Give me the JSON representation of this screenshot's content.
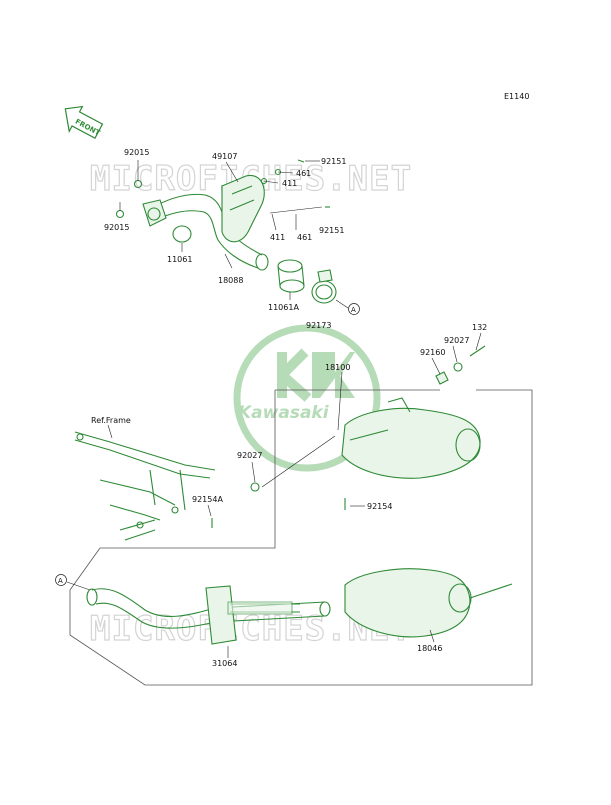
{
  "diagram": {
    "code": "E1140",
    "front_label": "FRONT",
    "watermark_text": "MICROFICHES.NET",
    "logo_text": "Kawasaki",
    "ref_frame_label": "Ref.Frame",
    "circle_marker": "A",
    "colors": {
      "line": "#2e8a36",
      "watermark": "#d4d4d4",
      "logo": "#7bbf7e"
    },
    "callouts": {
      "c92015a": "92015",
      "c92015b": "92015",
      "c49107": "49107",
      "c92151a": "92151",
      "c461a": "461",
      "c411a": "411",
      "c411b": "411",
      "c461b": "461",
      "c92151b": "92151",
      "c11061": "11061",
      "c18088": "18088",
      "c11061A": "11061A",
      "c92173": "92173",
      "c18100": "18100",
      "c132": "132",
      "c92027a": "92027",
      "c92160": "92160",
      "c92027b": "92027",
      "c92154A": "92154A",
      "c92154": "92154",
      "c18046": "18046",
      "c31064": "31064"
    }
  }
}
